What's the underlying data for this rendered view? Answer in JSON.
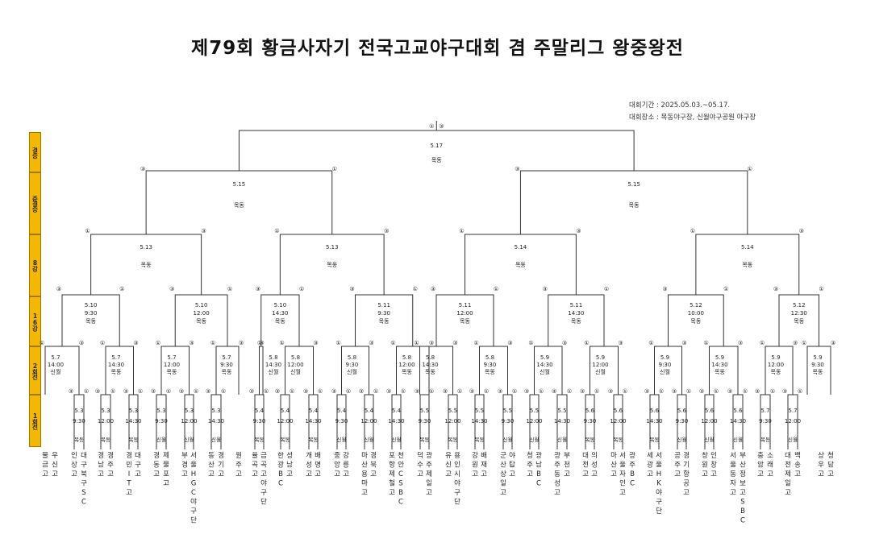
{
  "title": "제79회 황금사자기 전국고교야구대회 겸 주말리그 왕중왕전",
  "info": {
    "period": "대회기간 : 2025.05.03.~05.17.",
    "venue": "대회장소 : 목동야구장, 신월야구공원 야구장"
  },
  "rounds": [
    "결승",
    "준결승",
    "8강",
    "16강",
    "2회전",
    "1회전"
  ],
  "teams": [
    "물금고",
    "우신고",
    "인상고",
    "대구북구SC",
    "경남고",
    "경주고",
    "경민IT고",
    "대구고",
    "경동고",
    "제물포고",
    "부경고",
    "서울HGC야구단",
    "동산고",
    "경기고",
    "원주고",
    "율곡고",
    "금곡고야구단",
    "한광BC",
    "성남고",
    "개성고",
    "배명고",
    "중앙고",
    "강릉고",
    "마산용마고",
    "경북고",
    "포항제철고",
    "천안CSBC",
    "덕수고",
    "광주제일고",
    "유신고",
    "용인시야구단",
    "강원고",
    "배재고",
    "군산상일고",
    "야탑고",
    "청주고",
    "광남BC",
    "광주동성고",
    "부천고",
    "대전고",
    "의성고",
    "마산고",
    "서울자인고",
    "광주BC",
    "세광고",
    "서울HK야구단",
    "공주고",
    "경기항공고",
    "창원고",
    "인창고",
    "서울동자고",
    "부산정보고SBC",
    "충암고",
    "소래고",
    "대전제일고",
    "백송고",
    "상우고",
    "청담고"
  ],
  "r1": [
    {
      "label": "5.3",
      "time": "9:30",
      "venue": "목동",
      "top": "③",
      "bot": "①"
    },
    {
      "label": "5.3",
      "time": "12:00",
      "venue": "목동",
      "top": "③",
      "bot": "①"
    },
    {
      "label": "5.3",
      "time": "14:30",
      "venue": "목동",
      "top": "③",
      "bot": "①"
    },
    {
      "label": "5.3",
      "time": "9:30",
      "venue": "신월",
      "top": "③",
      "bot": "①"
    },
    {
      "label": "5.3",
      "time": "12:00",
      "venue": "신월",
      "top": "③",
      "bot": "①"
    },
    {
      "label": "5.3",
      "time": "14:30",
      "venue": "신월",
      "top": "③",
      "bot": "①"
    },
    {
      "label": "5.4",
      "time": "9:30",
      "venue": "목동",
      "top": "③",
      "bot": "①"
    },
    {
      "label": "5.4",
      "time": "12:00",
      "venue": "목동",
      "top": "③",
      "bot": "①"
    },
    {
      "label": "5.4",
      "time": "14:30",
      "venue": "목동",
      "top": "③",
      "bot": "①"
    },
    {
      "label": "5.4",
      "time": "9:30",
      "venue": "신월",
      "top": "③",
      "bot": "①"
    },
    {
      "label": "5.4",
      "time": "12:00",
      "venue": "신월",
      "top": "③",
      "bot": "①"
    },
    {
      "label": "5.4",
      "time": "14:30",
      "venue": "신월",
      "top": "③",
      "bot": "①"
    },
    {
      "label": "5.5",
      "time": "9:30",
      "venue": "목동",
      "top": "③",
      "bot": "①"
    },
    {
      "label": "5.5",
      "time": "12:00",
      "venue": "목동",
      "top": "③",
      "bot": "①"
    },
    {
      "label": "5.5",
      "time": "14:30",
      "venue": "목동",
      "top": "③",
      "bot": "①"
    },
    {
      "label": "5.5",
      "time": "9:30",
      "venue": "신월",
      "top": "③",
      "bot": "①"
    },
    {
      "label": "5.5",
      "time": "12:00",
      "venue": "신월",
      "top": "③",
      "bot": "①"
    },
    {
      "label": "5.5",
      "time": "14:30",
      "venue": "신월",
      "top": "③",
      "bot": "①"
    },
    {
      "label": "5.6",
      "time": "9:30",
      "venue": "목동",
      "top": "③",
      "bot": "①"
    },
    {
      "label": "5.6",
      "time": "12:00",
      "venue": "목동",
      "top": "③",
      "bot": "①"
    },
    {
      "label": "5.6",
      "time": "14:30",
      "venue": "목동",
      "top": "③",
      "bot": "①"
    },
    {
      "label": "5.6",
      "time": "9:30",
      "venue": "신월",
      "top": "③",
      "bot": "①"
    },
    {
      "label": "5.6",
      "time": "12:00",
      "venue": "신월",
      "top": "③",
      "bot": "①"
    },
    {
      "label": "5.6",
      "time": "14:30",
      "venue": "신월",
      "top": "③",
      "bot": "①"
    },
    {
      "label": "5.7",
      "time": "9:30",
      "venue": "목동",
      "top": "③",
      "bot": "①"
    },
    {
      "label": "5.7",
      "time": "12:00",
      "venue": "신월",
      "top": "③",
      "bot": "①"
    }
  ],
  "r2": [
    {
      "label": "5.7",
      "time": "14:00",
      "venue": "신월",
      "top": "①",
      "bot": "③"
    },
    {
      "label": "5.7",
      "time": "14:30",
      "venue": "목동",
      "top": "①",
      "bot": "③"
    },
    {
      "label": "5.7",
      "time": "12:00",
      "venue": "목동",
      "top": "①",
      "bot": "③"
    },
    {
      "label": "5.7",
      "time": "9:30",
      "venue": "목동",
      "top": "①",
      "bot": "③"
    },
    {
      "label": "5.8",
      "time": "14:30",
      "venue": "신월",
      "top": "①",
      "bot": "③"
    },
    {
      "label": "5.8",
      "time": "12:00",
      "venue": "신월",
      "top": "①",
      "bot": "③"
    },
    {
      "label": "5.8",
      "time": "9:30",
      "venue": "신월",
      "top": "①",
      "bot": "③"
    },
    {
      "label": "5.8",
      "time": "12:00",
      "venue": "목동",
      "top": "①",
      "bot": "③"
    },
    {
      "label": "5.8",
      "time": "14:30",
      "venue": "목동",
      "top": "①",
      "bot": "③"
    },
    {
      "label": "5.8",
      "time": "9:30",
      "venue": "목동",
      "top": "①",
      "bot": "③"
    },
    {
      "label": "5.9",
      "time": "14:30",
      "venue": "신월",
      "top": "①",
      "bot": "③"
    },
    {
      "label": "5.9",
      "time": "12:00",
      "venue": "신월",
      "top": "①",
      "bot": "③"
    },
    {
      "label": "5.9",
      "time": "9:30",
      "venue": "신월",
      "top": "①",
      "bot": "③"
    },
    {
      "label": "5.9",
      "time": "14:30",
      "venue": "목동",
      "top": "①",
      "bot": "③"
    },
    {
      "label": "5.9",
      "time": "12:00",
      "venue": "목동",
      "top": "①",
      "bot": "③"
    },
    {
      "label": "5.9",
      "time": "9:30",
      "venue": "목동",
      "top": "①",
      "bot": "③"
    }
  ],
  "r16": [
    {
      "label": "5.10",
      "time": "9:30",
      "venue": "목동",
      "top": "③",
      "bot": "①"
    },
    {
      "label": "5.10",
      "time": "12:00",
      "venue": "목동",
      "top": "③",
      "bot": "①"
    },
    {
      "label": "5.10",
      "time": "14:30",
      "venue": "목동",
      "top": "③",
      "bot": "①"
    },
    {
      "label": "5.11",
      "time": "9:30",
      "venue": "목동",
      "top": "③",
      "bot": "①"
    },
    {
      "label": "5.11",
      "time": "12:00",
      "venue": "목동",
      "top": "③",
      "bot": "①"
    },
    {
      "label": "5.11",
      "time": "14:30",
      "venue": "목동",
      "top": "③",
      "bot": "①"
    },
    {
      "label": "5.12",
      "time": "10:00",
      "venue": "목동",
      "top": "③",
      "bot": "①"
    },
    {
      "label": "5.12",
      "time": "12:30",
      "venue": "목동",
      "top": "③",
      "bot": "①"
    }
  ],
  "qf": [
    {
      "label": "5.13",
      "venue": "목동",
      "top": "①",
      "bot": "③"
    },
    {
      "label": "5.13",
      "venue": "목동",
      "top": "①",
      "bot": "③"
    },
    {
      "label": "5.14",
      "venue": "목동",
      "top": "①",
      "bot": "③"
    },
    {
      "label": "5.14",
      "venue": "목동",
      "top": "①",
      "bot": "③"
    }
  ],
  "sf": [
    {
      "label": "5.15",
      "venue": "목동",
      "top": "③",
      "bot": "①"
    },
    {
      "label": "5.15",
      "venue": "목동",
      "top": "③",
      "bot": "①"
    }
  ],
  "final": {
    "label": "5.17",
    "venue": "목동",
    "top": "①",
    "bot": "③"
  },
  "colors": {
    "round_bg": "#f5b800",
    "line": "#333333",
    "text": "#222222"
  }
}
